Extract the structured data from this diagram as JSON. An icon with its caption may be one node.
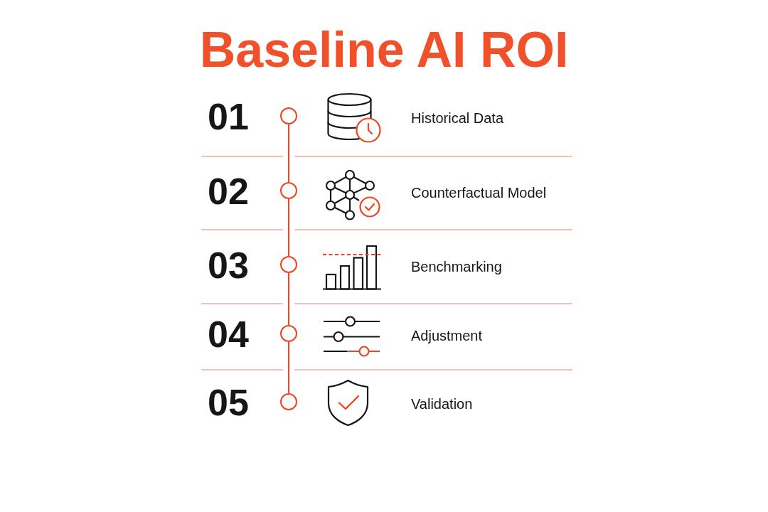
{
  "diagram": {
    "title": "Baseline AI ROI",
    "nodes": [
      {
        "text": [],
        "shape": "circle",
        "beside": [
          "01"
        ]
      },
      {
        "text": [],
        "shape": "circle",
        "beside": [
          "02"
        ]
      },
      {
        "text": [],
        "shape": "circle",
        "beside": [
          "03"
        ]
      },
      {
        "text": [],
        "shape": "circle",
        "beside": [
          "04"
        ]
      },
      {
        "text": [],
        "shape": "circle",
        "beside": [
          "05"
        ]
      }
    ],
    "edges": [
      {
        "from": 0,
        "to": 1,
        "arrow": "none"
      },
      {
        "from": 1,
        "to": 2,
        "arrow": "none"
      },
      {
        "from": 2,
        "to": 3,
        "arrow": "none"
      },
      {
        "from": 3,
        "to": 4,
        "arrow": "none"
      }
    ],
    "labels": [
      "Historical Data",
      "Counterfactual Model",
      "Benchmarking",
      "Adjustment",
      "Validation"
    ]
  }
}
